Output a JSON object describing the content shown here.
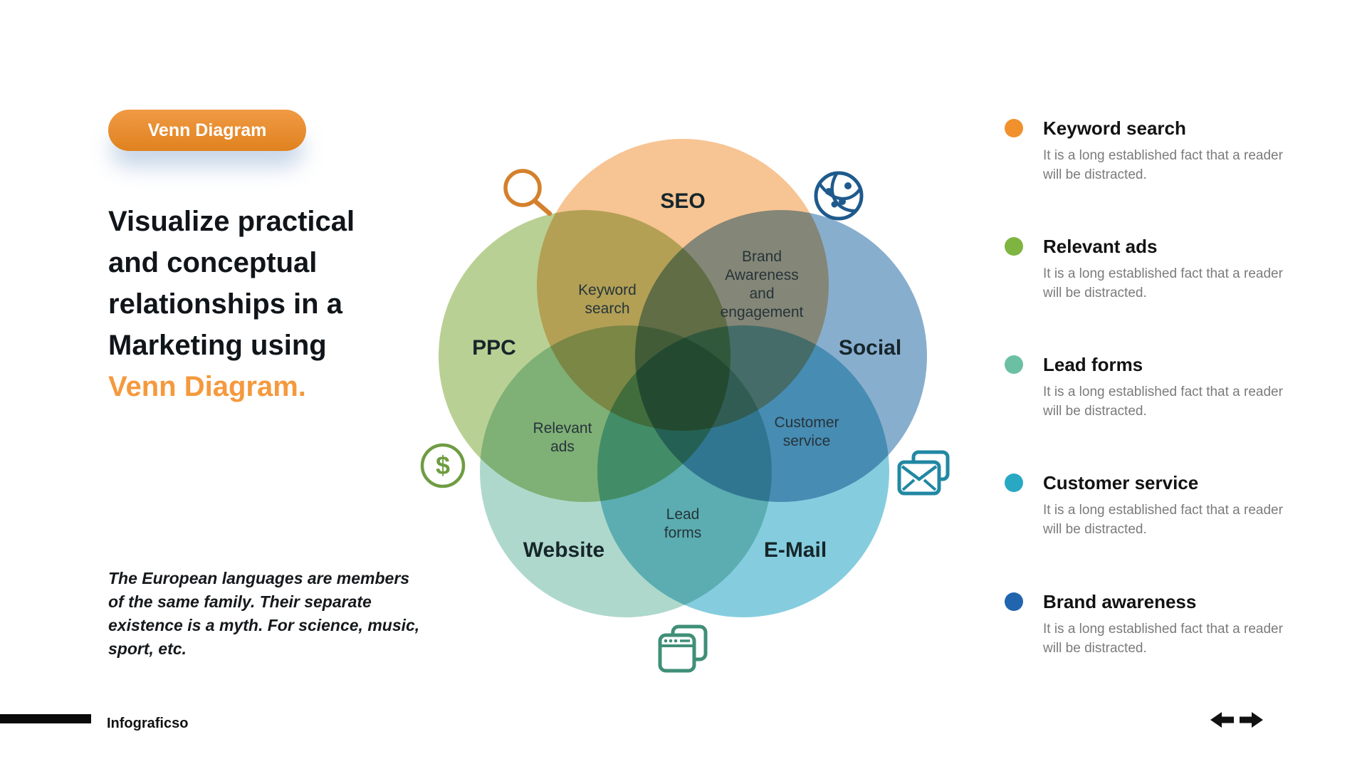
{
  "badge": {
    "label": "Venn Diagram"
  },
  "heading": {
    "lines": [
      "Visualize practical",
      "and conceptual",
      "relationships in a",
      "Marketing using"
    ],
    "accent_line": "Venn Diagram.",
    "accent_color": "#F5993D"
  },
  "paragraph": {
    "lines": [
      "The European languages are members",
      "of the same family. Their separate",
      "existence is a myth. For science, music,",
      "sport, etc."
    ]
  },
  "venn": {
    "circles": [
      {
        "label": "SEO",
        "color": "#F7C493"
      },
      {
        "label": "PPC",
        "color": "#B9D094"
      },
      {
        "label": "Social",
        "color": "#88AECE"
      },
      {
        "label": "Website",
        "color": "#AFD8CC"
      },
      {
        "label": "E-Mail",
        "color": "#85CDDE"
      }
    ],
    "overlaps": [
      {
        "label": "Keyword search"
      },
      {
        "label": "Brand Awareness and engagement"
      },
      {
        "label": "Relevant ads"
      },
      {
        "label": "Customer service"
      },
      {
        "label": "Lead forms"
      }
    ],
    "icons": [
      {
        "name": "search-icon",
        "color": "#D4802C"
      },
      {
        "name": "globe-icon",
        "color": "#1F5A8C"
      },
      {
        "name": "dollar-icon",
        "color": "#6F9C42",
        "glyph": "$"
      },
      {
        "name": "mail-icon",
        "color": "#2188A3"
      },
      {
        "name": "browser-icon",
        "color": "#3F8F77"
      }
    ]
  },
  "legend": {
    "items": [
      {
        "title": "Keyword search",
        "dot_color": "#F0912D",
        "desc": "It is a long established fact that a reader will be distracted."
      },
      {
        "title": "Relevant ads",
        "dot_color": "#7FB441",
        "desc": "It is a long established fact that a reader will be distracted."
      },
      {
        "title": "Lead forms",
        "dot_color": "#6BBFA3",
        "desc": "It is a long established fact that a reader will be distracted."
      },
      {
        "title": "Customer service",
        "dot_color": "#29A8C4",
        "desc": "It is a long established fact that a reader will be distracted."
      },
      {
        "title": "Brand awareness",
        "dot_color": "#2165AE",
        "desc": "It is a long established fact that a reader will be distracted."
      }
    ]
  },
  "footer": {
    "brand": "Infograficso"
  },
  "nav": {
    "arrow_color": "#111111"
  }
}
